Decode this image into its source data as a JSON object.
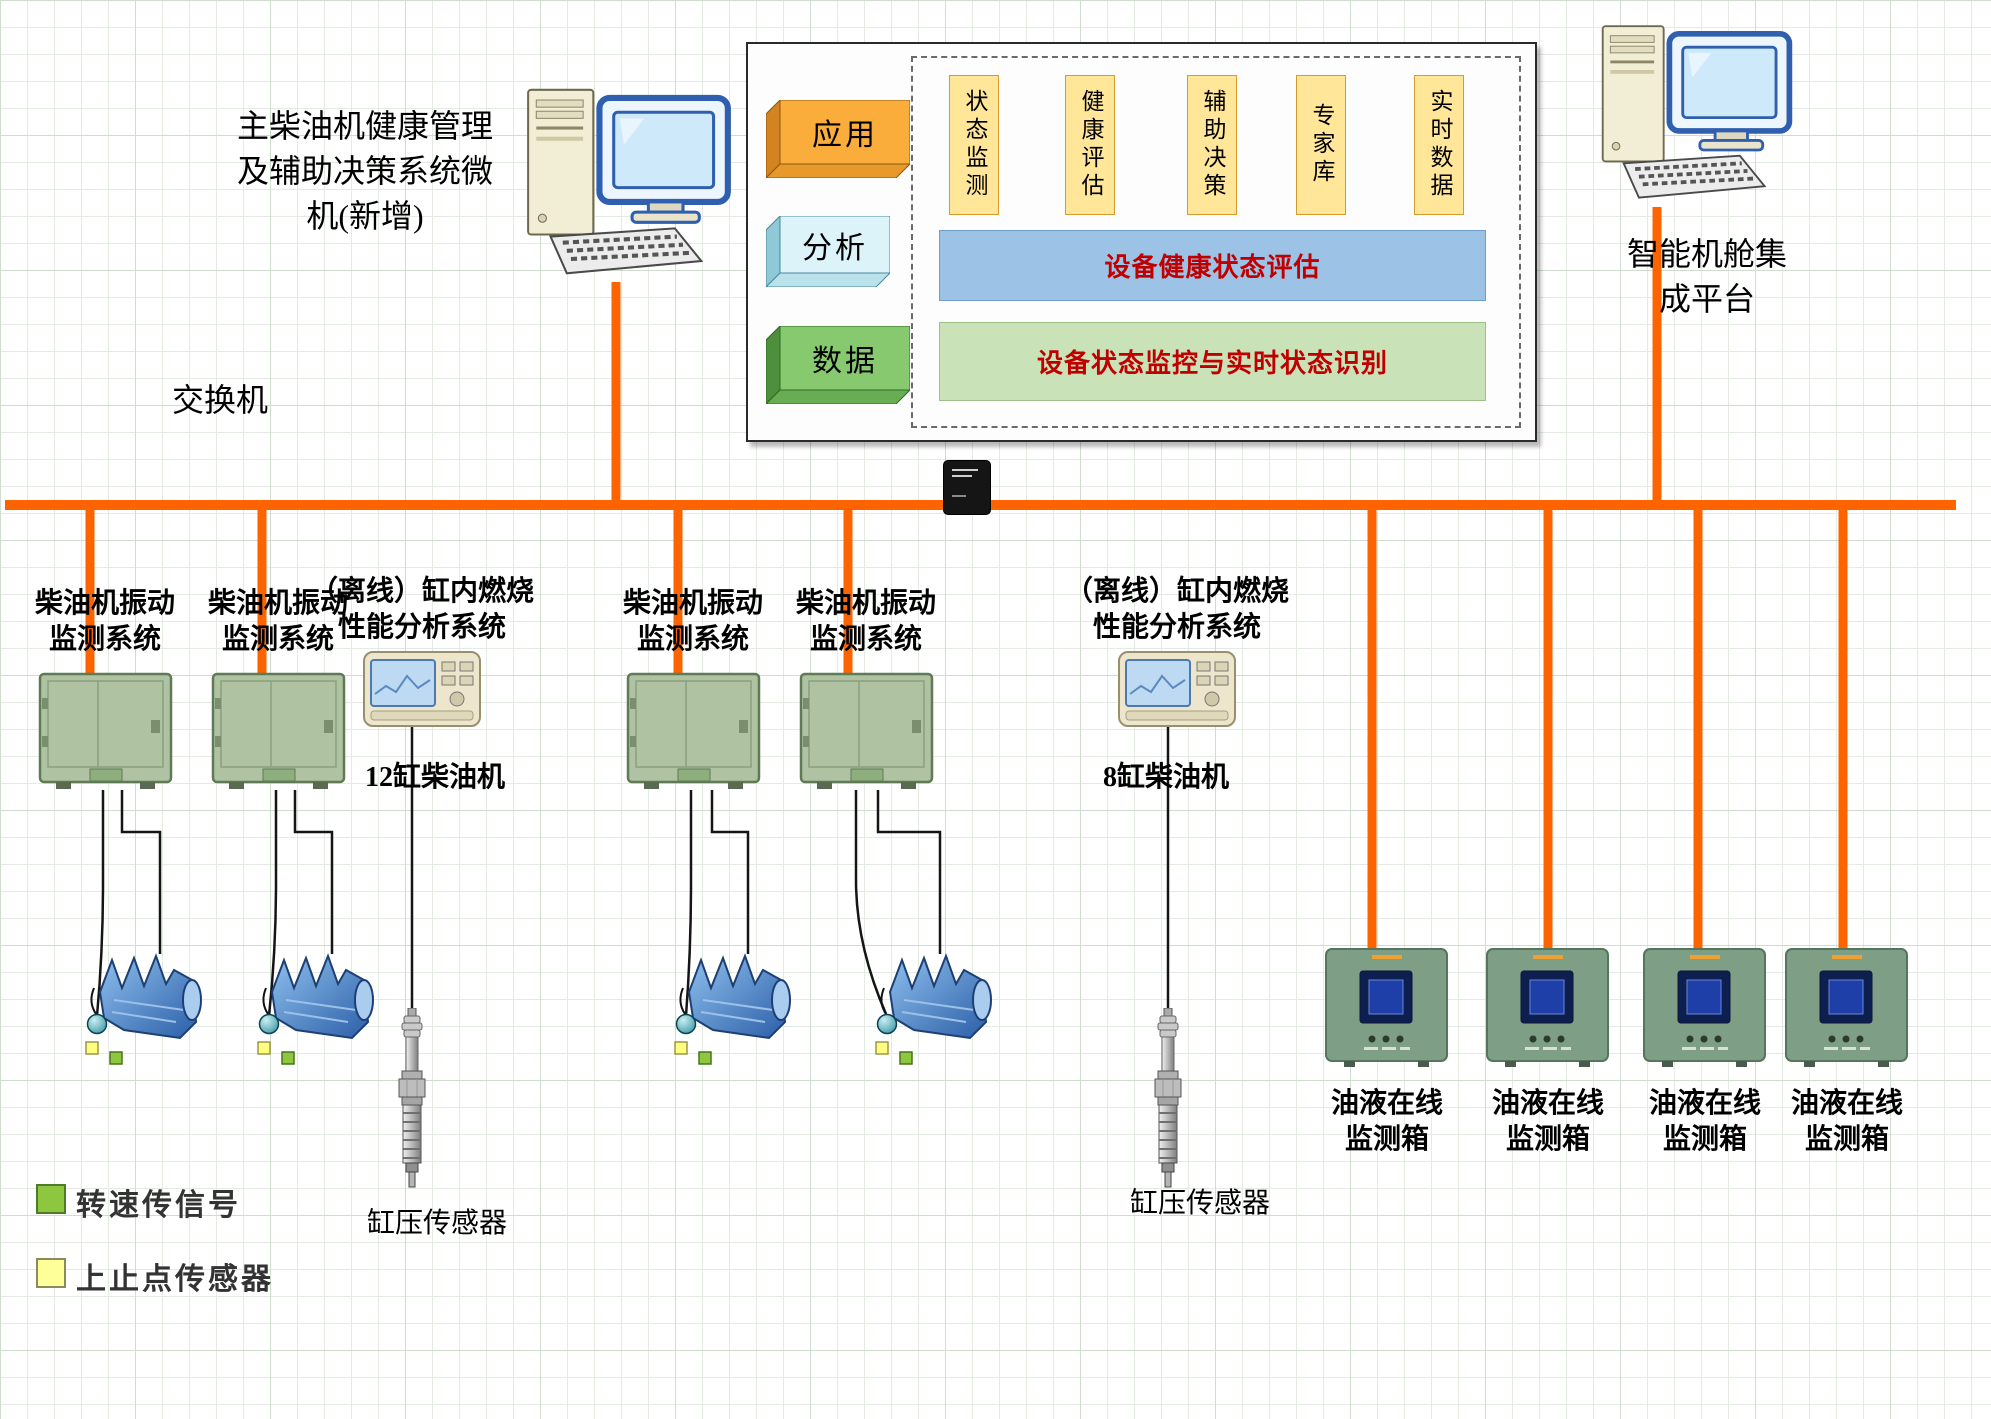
{
  "titles": {
    "health_pc": "主柴油机健康管理\n及辅助决策系统微\n机(新增)",
    "platform": "智能机舱集\n成平台",
    "switch": "交换机"
  },
  "architecture": {
    "layers": [
      {
        "label": "应用"
      },
      {
        "label": "分析"
      },
      {
        "label": "数据"
      }
    ],
    "modules": [
      {
        "label": "状态监测"
      },
      {
        "label": "健康评估"
      },
      {
        "label": "辅助决策"
      },
      {
        "label": "专家库"
      },
      {
        "label": "实时数据"
      }
    ],
    "assessment_bar": "设备健康状态评估",
    "monitoring_bar": "设备状态监控与实时状态识别"
  },
  "devices": {
    "vibration_system": "柴油机振动\n监测系统",
    "combustion_system": "（离线）缸内燃烧\n性能分析系统",
    "engine_12": "12缸柴油机",
    "engine_8": "8缸柴油机",
    "oil_box": "油液在线\n监测箱",
    "pressure_sensor": "缸压传感器"
  },
  "legend": {
    "speed_signal": "转速传信号",
    "tdc_sensor": "上止点传感器"
  },
  "colors": {
    "bus_line": "#FD6400",
    "bar_text_red": "#C00000",
    "legend_green": "#8DC63F",
    "legend_yellow": "#FFFF99",
    "layer_app_orange": "#FBAD3B",
    "layer_analysis_cyan": "#DCF4F9",
    "layer_data_green": "#87C96F",
    "module_yellow": "#FFE699",
    "bar_blue": "#9CC3E5",
    "bar_green": "#C9E2B8"
  }
}
